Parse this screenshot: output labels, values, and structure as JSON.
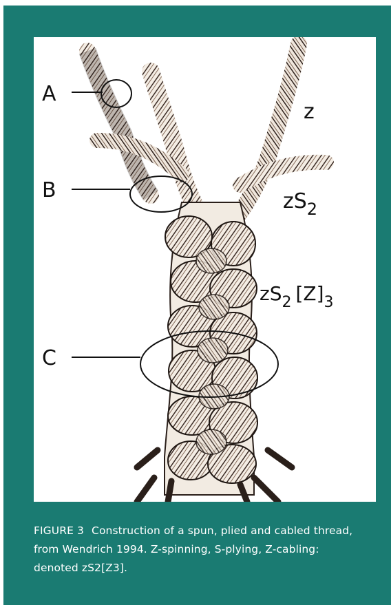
{
  "figure": {
    "labels": {
      "a": "A",
      "b": "B",
      "c": "C",
      "z": "z",
      "zs2_prefix": "zS",
      "zs2_sub": "2",
      "cable_prefix": "zS",
      "cable_sub1": "2",
      "cable_bracket": "[Z]",
      "cable_sub2": "3"
    }
  },
  "caption": {
    "figure_number": "FIGURE 3",
    "text": "Construction of a spun, plied and cabled thread, from Wendrich 1994. Z-spinning, S-plying, Z-cabling: denoted zS2[Z3]."
  },
  "colors": {
    "background_frame": "#1a7b72",
    "panel": "#ffffff",
    "caption_text": "#ffffff",
    "line_art": "#111111"
  }
}
